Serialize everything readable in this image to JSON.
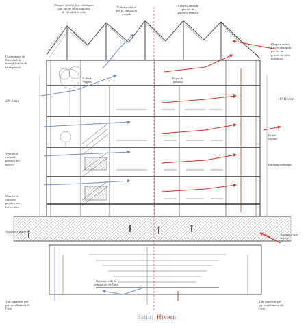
{
  "caption": {
    "summer": "Estiu",
    "separator": "|",
    "winter": "Hivern"
  },
  "colors": {
    "summer": "#6d8fb5",
    "winter": "#d1322b",
    "line": "#333333",
    "ground": "#bdbdbd"
  },
  "labels": {
    "top_plaques": "Plaques solars i fotovoltaiques\nque fan de filtre suprafos\nde la radiació solar",
    "top_coberta_oberta": "Coberta oberta\nper la ventilació\ncreuada",
    "top_coberta_tancada": "Coberta tancada\nper fer de\npantalla tèrmica",
    "left_uneixament": "Uneixament de\nl'aire amb la\nhumidificació de\nla vegetació",
    "left_temp_summer": "26º Estiu",
    "left_ventilacio_sala": "Ventilació\ncreuada\npassiva del\nedifici",
    "left_ventilacio_escala": "Ventilació\ncreuada\npassiva per\nles escales",
    "left_aportacio": "Aportació d'aire",
    "right_plaques": "Plaques solars\ni fotovoltaiques\nper fer un\nprocés de calor\nacumulat",
    "right_temp_winter": "18º Hivern",
    "right_doble_facana": "Doble\nfaçana",
    "right_emmagatzematge": "Emmagatzematge",
    "right_sortida_aire": "Sortida d'aire\ncalent",
    "bottom_left": "Tub canadenc pel\npre-escalfament de\nl'aire",
    "bottom_center": "Orientació de la\nreimpulsió de l'aire",
    "bottom_right": "Tub canadenc pel\npre-escalfament de\nl'aire",
    "label_coberta_vegetal": "Coberta\nvegetal",
    "label_espai": "Espai de\ntrobada"
  }
}
